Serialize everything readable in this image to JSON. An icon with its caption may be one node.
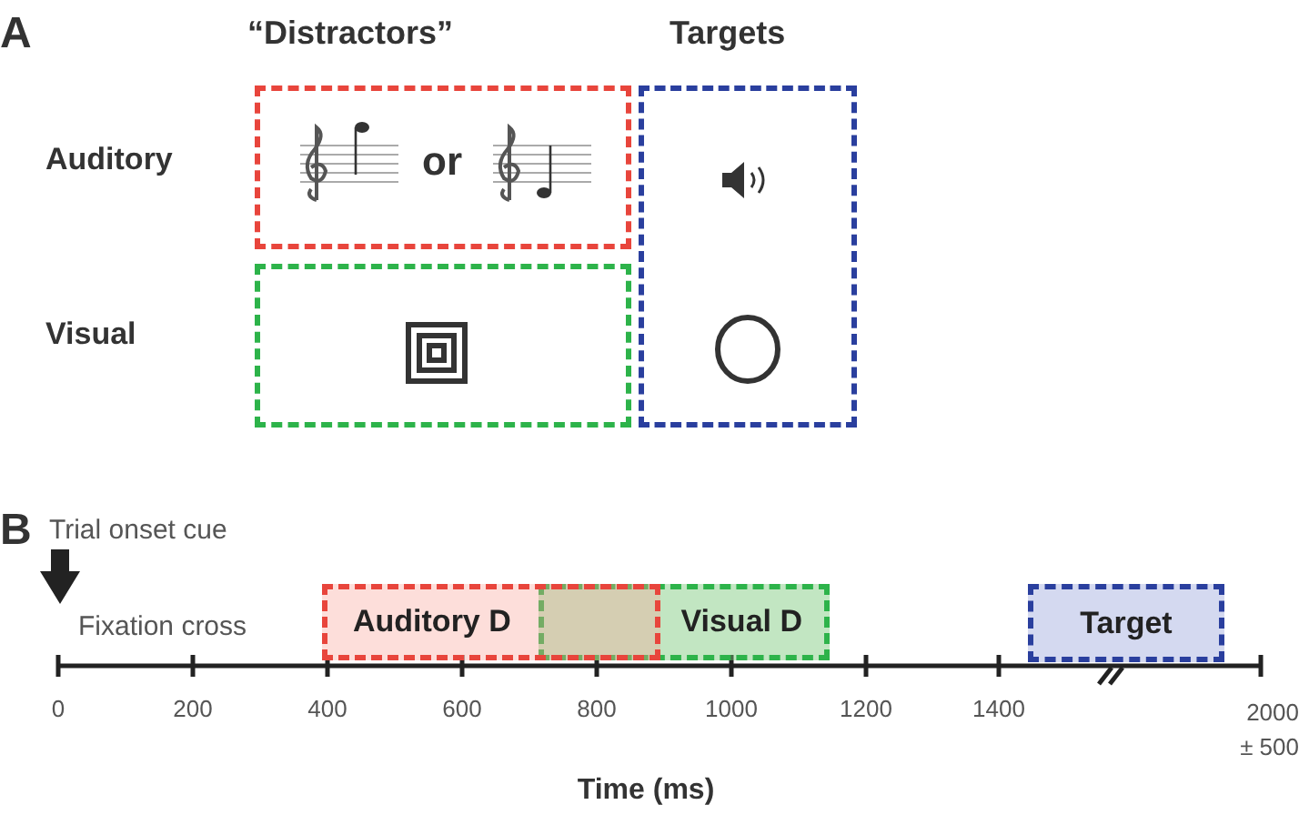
{
  "diagram": {
    "nodes": [
      {
        "text": [
          "or"
        ]
      },
      {
        "text": [],
        "shape": "box"
      },
      {
        "text": [],
        "shape": "box"
      },
      {
        "text": [
          "Auditory D"
        ]
      },
      {
        "text": [
          "Visual D"
        ]
      },
      {
        "text": [
          "Target"
        ]
      }
    ],
    "edges": [],
    "labels": [
      "A",
      "“Distractors”",
      "Targets",
      "Auditory",
      "Visual",
      "B",
      "Trial onset cue",
      "Fixation cross",
      "0",
      "200",
      "400",
      "600",
      "800",
      "1000",
      "1200",
      "1400",
      "2000 ± 500",
      "Time (ms)"
    ]
  }
}
